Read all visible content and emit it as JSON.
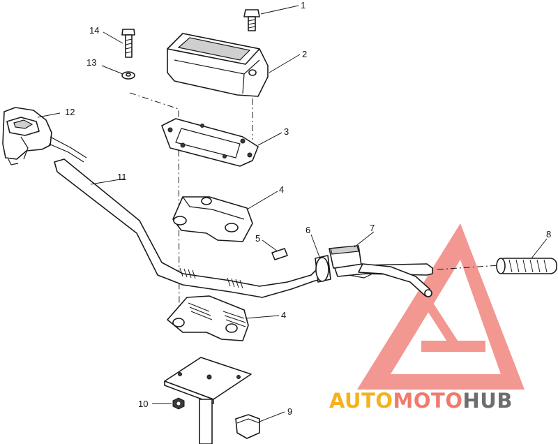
{
  "callouts": [
    {
      "id": "p1",
      "label": "1"
    },
    {
      "id": "p2",
      "label": "2"
    },
    {
      "id": "p3",
      "label": "3"
    },
    {
      "id": "p4a",
      "label": "4"
    },
    {
      "id": "p4b",
      "label": "4"
    },
    {
      "id": "p5",
      "label": "5"
    },
    {
      "id": "p6",
      "label": "6"
    },
    {
      "id": "p7",
      "label": "7"
    },
    {
      "id": "p8",
      "label": "8"
    },
    {
      "id": "p9",
      "label": "9"
    },
    {
      "id": "p10",
      "label": "10"
    },
    {
      "id": "p11",
      "label": "11"
    },
    {
      "id": "p12",
      "label": "12"
    },
    {
      "id": "p13",
      "label": "13"
    },
    {
      "id": "p14",
      "label": "14"
    }
  ],
  "watermark": {
    "words": [
      "AUTO",
      "MOTO",
      "HUB"
    ],
    "colors": {
      "auto": "#f5b21c",
      "moto": "#f07a6e",
      "hub": "#6e6e6e",
      "logo": "#f28c86"
    }
  }
}
